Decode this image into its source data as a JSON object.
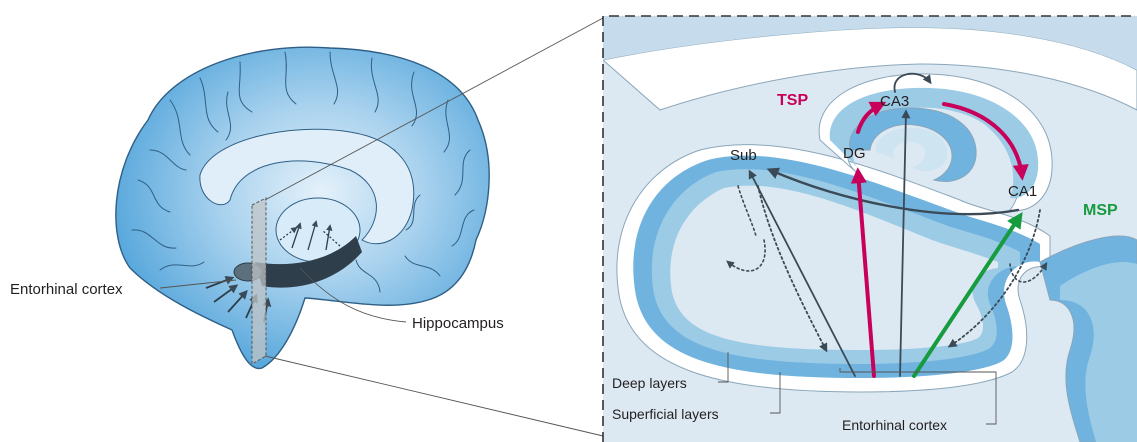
{
  "labels": {
    "entorhinal_left": "Entorhinal cortex",
    "hippocampus": "Hippocampus",
    "tsp": "TSP",
    "msp": "MSP",
    "ca3": "CA3",
    "dg": "DG",
    "ca1": "CA1",
    "sub": "Sub",
    "deep_layers": "Deep layers",
    "superficial_layers": "Superficial layers",
    "entorhinal_right": "Entorhinal cortex"
  },
  "colors": {
    "tsp": "#c8005a",
    "msp": "#179b3f",
    "pathway": "#3a4a57",
    "brain": "#5aa9dc",
    "tissue_light": "#cfe4f1",
    "tissue_mid": "#9ccbe6",
    "tissue_dark": "#6fb3de"
  }
}
